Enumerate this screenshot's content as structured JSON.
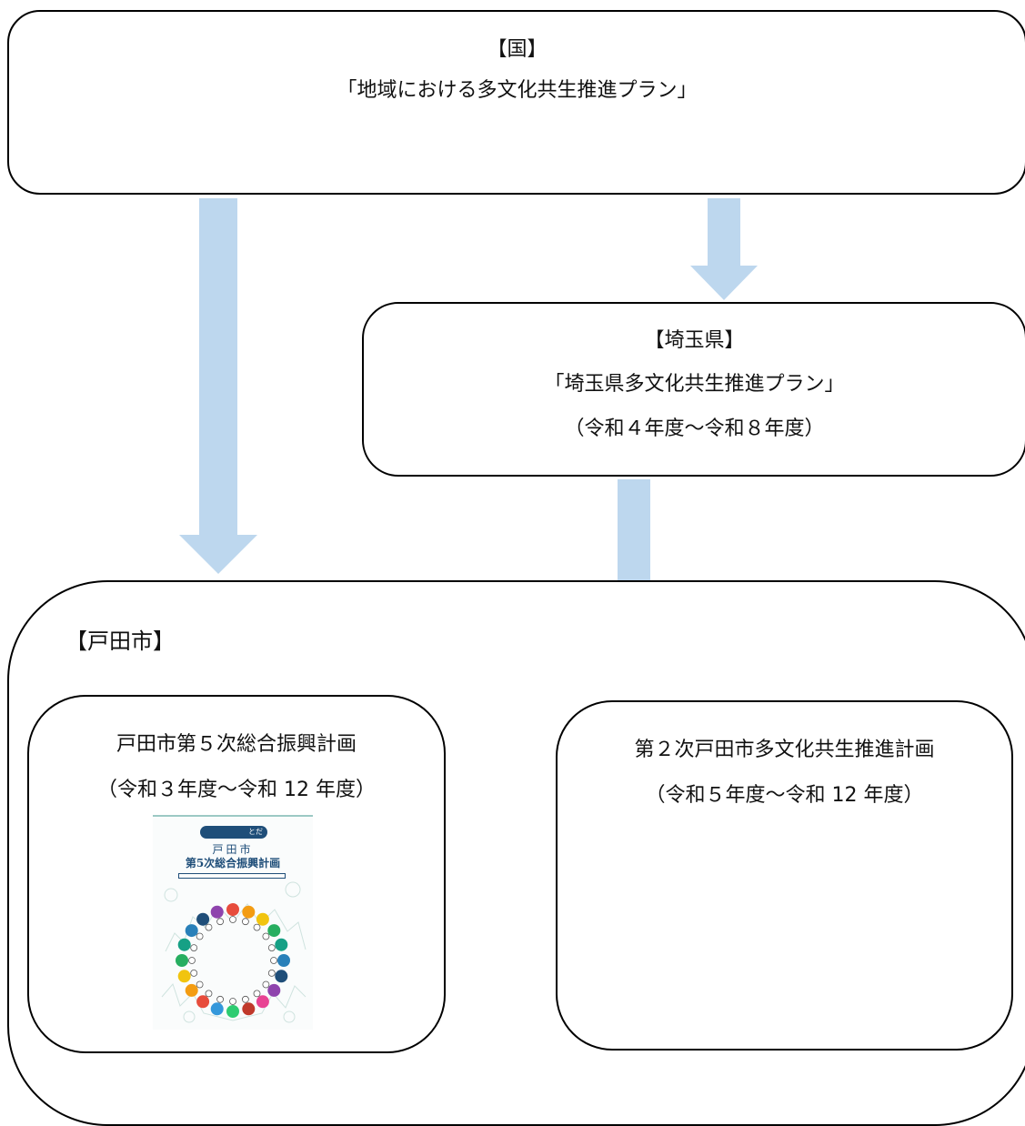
{
  "national": {
    "heading": "【国】",
    "plan": "「地域における多文化共生推進プラン」"
  },
  "prefecture": {
    "heading": "【埼玉県】",
    "plan": "「埼玉県多文化共生推進プラン」",
    "period": "（令和４年度～令和８年度）"
  },
  "city": {
    "heading": "【戸田市】",
    "general_plan": {
      "title": "戸田市第５次総合振興計画",
      "period": "（令和３年度～令和 12 年度）",
      "cover": {
        "banner": "とだ",
        "title_line1": "戸田市",
        "title_line2": "第5次総合振興計画"
      }
    },
    "multicultural_plan": {
      "title": "第２次戸田市多文化共生推進計画",
      "period": "（令和５年度～令和 12 年度）"
    }
  },
  "colors": {
    "arrow": "#bdd7ee",
    "border": "#000000",
    "people": [
      "#e74c3c",
      "#f39c12",
      "#f1c40f",
      "#27ae60",
      "#16a085",
      "#2980b9",
      "#1f4e79",
      "#8e44ad",
      "#e84393",
      "#c0392b",
      "#2ecc71",
      "#3498db"
    ]
  }
}
